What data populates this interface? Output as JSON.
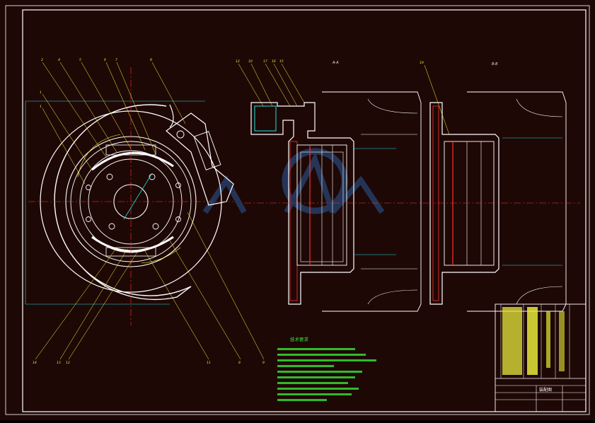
{
  "drawing": {
    "section_aa": "A-A",
    "section_bb": "B-B",
    "notes_title": "技术要求",
    "title_block_name": "装配图"
  },
  "callouts_left": [
    "2",
    "4",
    "5",
    "6",
    "7",
    "8",
    "1",
    "1"
  ],
  "callouts_right": [
    "12",
    "10",
    "17",
    "16",
    "15"
  ],
  "callout_bb": "19",
  "callouts_bottom": [
    "14",
    "13",
    "12",
    "11",
    "8",
    "9"
  ],
  "colors": {
    "background": "#1e0805",
    "outline": "#ffffff",
    "centerline": "#ff3030",
    "hidden": "#ffff40",
    "dimension": "#20e0e0",
    "notes": "#36e636",
    "watermark": "#2a5a9a"
  },
  "watermark": {
    "icon": "renrendoc-logo-icon"
  }
}
